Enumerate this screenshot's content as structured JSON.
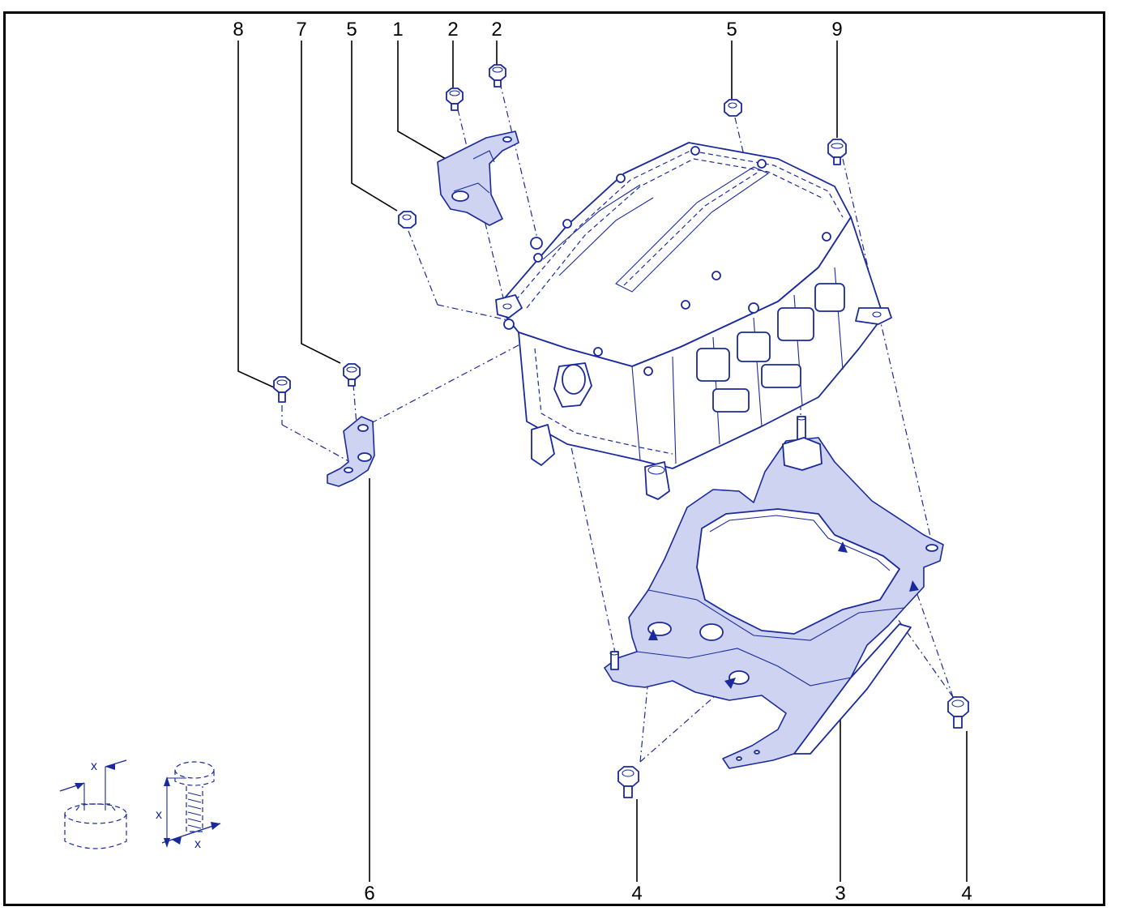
{
  "diagram": {
    "callouts": {
      "c8": "8",
      "c7": "7",
      "c5a": "5",
      "c1": "1",
      "c2a": "2",
      "c2b": "2",
      "c5b": "5",
      "c9": "9",
      "c6": "6",
      "c4a": "4",
      "c3": "3",
      "c4b": "4"
    },
    "legend": {
      "nut_dim": "x",
      "bolt_dim_a": "x",
      "bolt_dim_b": "x"
    },
    "colors": {
      "line": "#1a2a9c",
      "fill": "#cdd3f0",
      "frame": "#000000"
    }
  }
}
